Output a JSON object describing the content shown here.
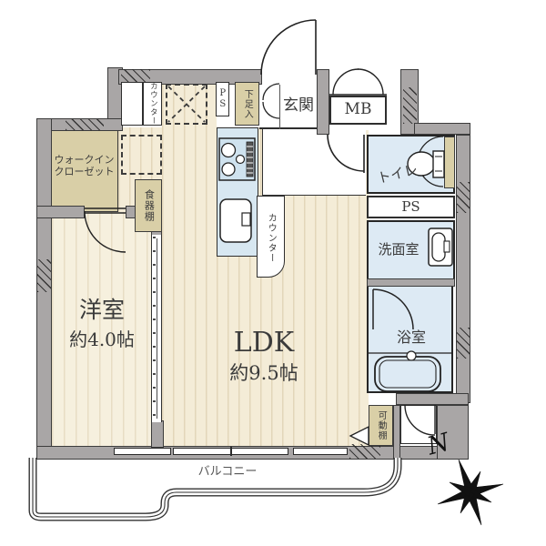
{
  "plan": {
    "rooms": {
      "ldk": {
        "name": "LDK",
        "size": "約9.5帖"
      },
      "western_room": {
        "name": "洋室",
        "size": "約4.0帖"
      },
      "walk_in_closet": {
        "line1": "ウォークイン",
        "line2": "クローゼット"
      },
      "entrance": {
        "name": "玄関"
      },
      "toilet": {
        "name": "トイレ"
      },
      "washroom": {
        "name": "洗面室"
      },
      "bathroom": {
        "name": "浴室"
      },
      "balcony": {
        "name": "バルコニー"
      }
    },
    "labels": {
      "counter_top": "カウンター",
      "counter_kitchen": "カウンター",
      "ps_top": "PS",
      "ps_mid": "PS",
      "meter_box": "MB",
      "shoe_box": "下足入",
      "cupboard": "食器棚",
      "movable_shelf": "可動棚",
      "compass_north": "N"
    },
    "colors": {
      "wall_gray": "#a9a6a6",
      "floor_cream": "#f4ecd7",
      "storage_tan": "#d9cfa7",
      "wet_area_blue": "#ddeaf4",
      "outline": "#2e2e2e"
    }
  }
}
